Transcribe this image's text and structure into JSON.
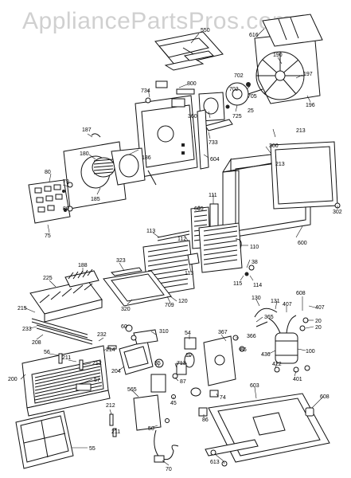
{
  "watermark": "AppliancePartsPros.com",
  "parts": [
    {
      "id": "p550",
      "label": "550"
    },
    {
      "id": "p616",
      "label": "616"
    },
    {
      "id": "p190",
      "label": "190"
    },
    {
      "id": "p197",
      "label": "197"
    },
    {
      "id": "p702a",
      "label": "702"
    },
    {
      "id": "p702b",
      "label": "702"
    },
    {
      "id": "p705",
      "label": "705"
    },
    {
      "id": "p196",
      "label": "196"
    },
    {
      "id": "p734",
      "label": "734"
    },
    {
      "id": "p800",
      "label": "800"
    },
    {
      "id": "p360",
      "label": "360"
    },
    {
      "id": "p725",
      "label": "725"
    },
    {
      "id": "p25",
      "label": "25"
    },
    {
      "id": "p733",
      "label": "733"
    },
    {
      "id": "p187",
      "label": "187"
    },
    {
      "id": "p180",
      "label": "180"
    },
    {
      "id": "p186",
      "label": "186"
    },
    {
      "id": "p604",
      "label": "604"
    },
    {
      "id": "p213a",
      "label": "213"
    },
    {
      "id": "p300",
      "label": "300"
    },
    {
      "id": "p213b",
      "label": "213"
    },
    {
      "id": "p80a",
      "label": "80"
    },
    {
      "id": "p79",
      "label": "79"
    },
    {
      "id": "p185",
      "label": "185"
    },
    {
      "id": "p80b",
      "label": "80"
    },
    {
      "id": "p75",
      "label": "75"
    },
    {
      "id": "p302",
      "label": "302"
    },
    {
      "id": "p111",
      "label": "111"
    },
    {
      "id": "p605",
      "label": "605"
    },
    {
      "id": "p600",
      "label": "600"
    },
    {
      "id": "p113a",
      "label": "113"
    },
    {
      "id": "p112",
      "label": "112"
    },
    {
      "id": "p110",
      "label": "110"
    },
    {
      "id": "p113b",
      "label": "113"
    },
    {
      "id": "p38",
      "label": "38"
    },
    {
      "id": "p115",
      "label": "115"
    },
    {
      "id": "p114",
      "label": "114"
    },
    {
      "id": "p188",
      "label": "188"
    },
    {
      "id": "p323",
      "label": "323"
    },
    {
      "id": "p225",
      "label": "225"
    },
    {
      "id": "p320",
      "label": "320"
    },
    {
      "id": "p120",
      "label": "120"
    },
    {
      "id": "p709",
      "label": "709"
    },
    {
      "id": "p608a",
      "label": "608"
    },
    {
      "id": "p215",
      "label": "215"
    },
    {
      "id": "p365",
      "label": "365"
    },
    {
      "id": "p130",
      "label": "130"
    },
    {
      "id": "p131",
      "label": "131"
    },
    {
      "id": "p407a",
      "label": "407"
    },
    {
      "id": "p407b",
      "label": "407"
    },
    {
      "id": "p233",
      "label": "233"
    },
    {
      "id": "p208",
      "label": "208"
    },
    {
      "id": "p60",
      "label": "60"
    },
    {
      "id": "p310",
      "label": "310"
    },
    {
      "id": "p54",
      "label": "54"
    },
    {
      "id": "p367",
      "label": "367"
    },
    {
      "id": "p366",
      "label": "366"
    },
    {
      "id": "p20a",
      "label": "20"
    },
    {
      "id": "p20b",
      "label": "20"
    },
    {
      "id": "p232",
      "label": "232"
    },
    {
      "id": "p214",
      "label": "214"
    },
    {
      "id": "p56",
      "label": "56"
    },
    {
      "id": "p211a",
      "label": "211"
    },
    {
      "id": "p212a",
      "label": "212"
    },
    {
      "id": "p10",
      "label": "10"
    },
    {
      "id": "p86a",
      "label": "86"
    },
    {
      "id": "p436",
      "label": "436"
    },
    {
      "id": "p100",
      "label": "100"
    },
    {
      "id": "p422",
      "label": "422"
    },
    {
      "id": "p200",
      "label": "200"
    },
    {
      "id": "p204",
      "label": "204"
    },
    {
      "id": "p35",
      "label": "35"
    },
    {
      "id": "p713",
      "label": "713"
    },
    {
      "id": "p57",
      "label": "57"
    },
    {
      "id": "p87",
      "label": "87"
    },
    {
      "id": "p401",
      "label": "401"
    },
    {
      "id": "p565",
      "label": "565"
    },
    {
      "id": "p603",
      "label": "603"
    },
    {
      "id": "p608b",
      "label": "608"
    },
    {
      "id": "p74",
      "label": "74"
    },
    {
      "id": "p45",
      "label": "45"
    },
    {
      "id": "p212b",
      "label": "212"
    },
    {
      "id": "p86b",
      "label": "86"
    },
    {
      "id": "p211b",
      "label": "211"
    },
    {
      "id": "p50",
      "label": "50"
    },
    {
      "id": "p55",
      "label": "55"
    },
    {
      "id": "p70",
      "label": "70"
    },
    {
      "id": "p613",
      "label": "613"
    }
  ]
}
